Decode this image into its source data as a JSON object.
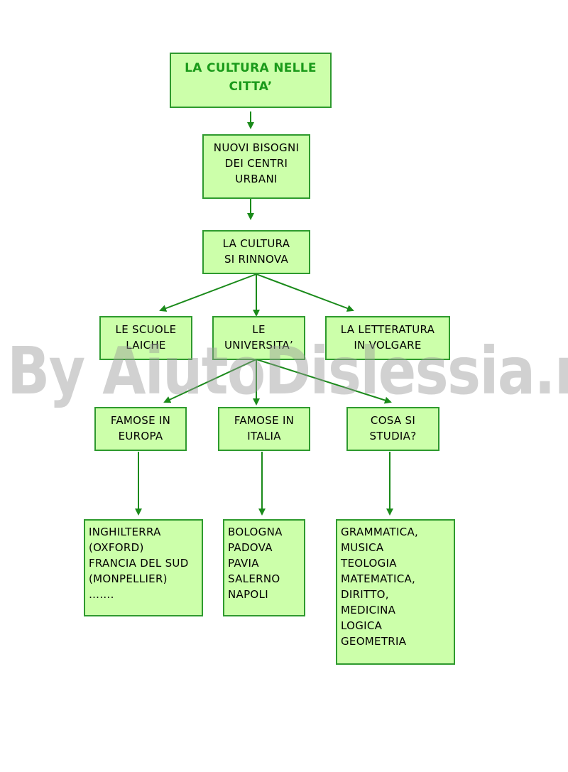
{
  "colors": {
    "box_fill": "#ccffaa",
    "box_border": "#2e9a2e",
    "title_text": "#1a9a1a",
    "arrow": "#1a8a1a",
    "watermark": "#9a9a9a"
  },
  "watermark": "By AiutoDislessia.net",
  "nodes": {
    "root": {
      "lines": [
        "LA CULTURA NELLE",
        "CITTA’"
      ]
    },
    "needs": {
      "lines": [
        "NUOVI BISOGNI",
        "DEI CENTRI",
        "URBANI"
      ]
    },
    "renewal": {
      "lines": [
        "LA CULTURA",
        "SI RINNOVA"
      ]
    },
    "schools": {
      "lines": [
        "LE SCUOLE",
        "LAICHE"
      ]
    },
    "universities": {
      "lines": [
        "LE",
        "UNIVERSITA’"
      ]
    },
    "literature": {
      "lines": [
        "LA LETTERATURA",
        "IN VOLGARE"
      ]
    },
    "famous_europe": {
      "lines": [
        "FAMOSE IN",
        "EUROPA"
      ]
    },
    "famous_italy": {
      "lines": [
        "FAMOSE IN",
        "ITALIA"
      ]
    },
    "what_studied": {
      "lines": [
        "COSA SI",
        "STUDIA?"
      ]
    },
    "europe_list": {
      "lines": [
        "INGHILTERRA",
        "(OXFORD)",
        "FRANCIA DEL SUD",
        "(MONPELLIER)",
        "……."
      ]
    },
    "italy_list": {
      "lines": [
        "BOLOGNA",
        "PADOVA",
        "PAVIA",
        "SALERNO",
        "NAPOLI"
      ]
    },
    "subjects_list": {
      "lines": [
        "GRAMMATICA,",
        "MUSICA",
        "TEOLOGIA",
        "MATEMATICA,",
        "DIRITTO,",
        "MEDICINA",
        "LOGICA",
        "GEOMETRIA"
      ]
    }
  }
}
